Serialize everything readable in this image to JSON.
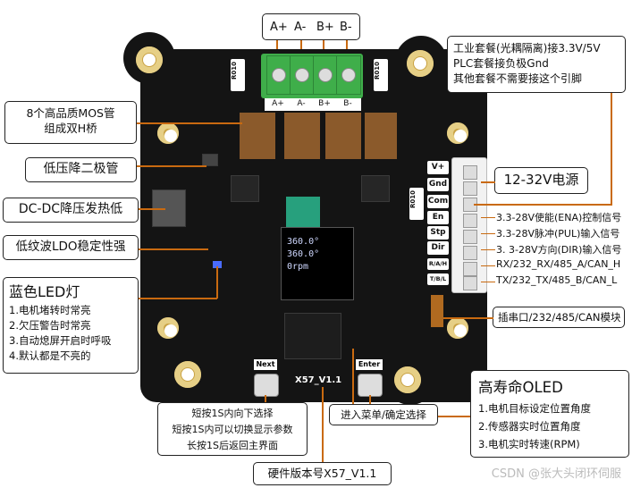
{
  "terminal_labels_top": [
    "A+",
    "A-",
    "B+",
    "B-"
  ],
  "board": {
    "terminal_silk": [
      "A+",
      "A-",
      "B+",
      "B-"
    ],
    "r010_labels": [
      "R010",
      "R010",
      "R010"
    ],
    "power_labels": [
      "V+",
      "Gnd"
    ],
    "signal_labels": [
      "Com",
      "En",
      "Stp",
      "Dir",
      "R/A/H",
      "T/B/L"
    ],
    "oled": [
      "360.0°",
      "360.0°",
      "0rpm"
    ],
    "button_labels": [
      "Next",
      "Enter"
    ],
    "version_silk": "X57_V1.1"
  },
  "callouts": {
    "plc": [
      "工业套餐(光耦隔离)接3.3V/5V",
      "PLC套餐接负极Gnd",
      "其他套餐不需要接这个引脚"
    ],
    "mos": [
      "8个高品质MOS管",
      "组成双H桥"
    ],
    "diode": "低压降二极管",
    "dcdc": "DC-DC降压发热低",
    "ldo": "低纹波LDO稳定性强",
    "power": "12-32V电源",
    "led_title": "蓝色LED灯",
    "led_lines": [
      "1.电机堵转时常亮",
      "2.欠压警告时常亮",
      "3.自动熄屏开启时呼吸",
      "4.默认都是不亮的"
    ],
    "next_btn": [
      "短按1S内向下选择",
      "短按1S内可以切换显示参数",
      "长按1S后返回主界面"
    ],
    "enter_btn": "进入菜单/确定选择",
    "version": "硬件版本号X57_V1.1",
    "serial": "插串口/232/485/CAN模块",
    "oled_title": "高寿命OLED",
    "oled_lines": [
      "1.电机目标设定位置角度",
      "2.传感器实时位置角度",
      "3.电机实时转速(RPM)"
    ]
  },
  "signals": [
    "3.3-28V使能(ENA)控制信号",
    "3.3-28V脉冲(PUL)输入信号",
    "3. 3-28V方向(DIR)输入信号",
    "RX/232_RX/485_A/CAN_H",
    "TX/232_TX/485_B/CAN_L"
  ],
  "watermark": "CSDN @张大头闭环伺服"
}
